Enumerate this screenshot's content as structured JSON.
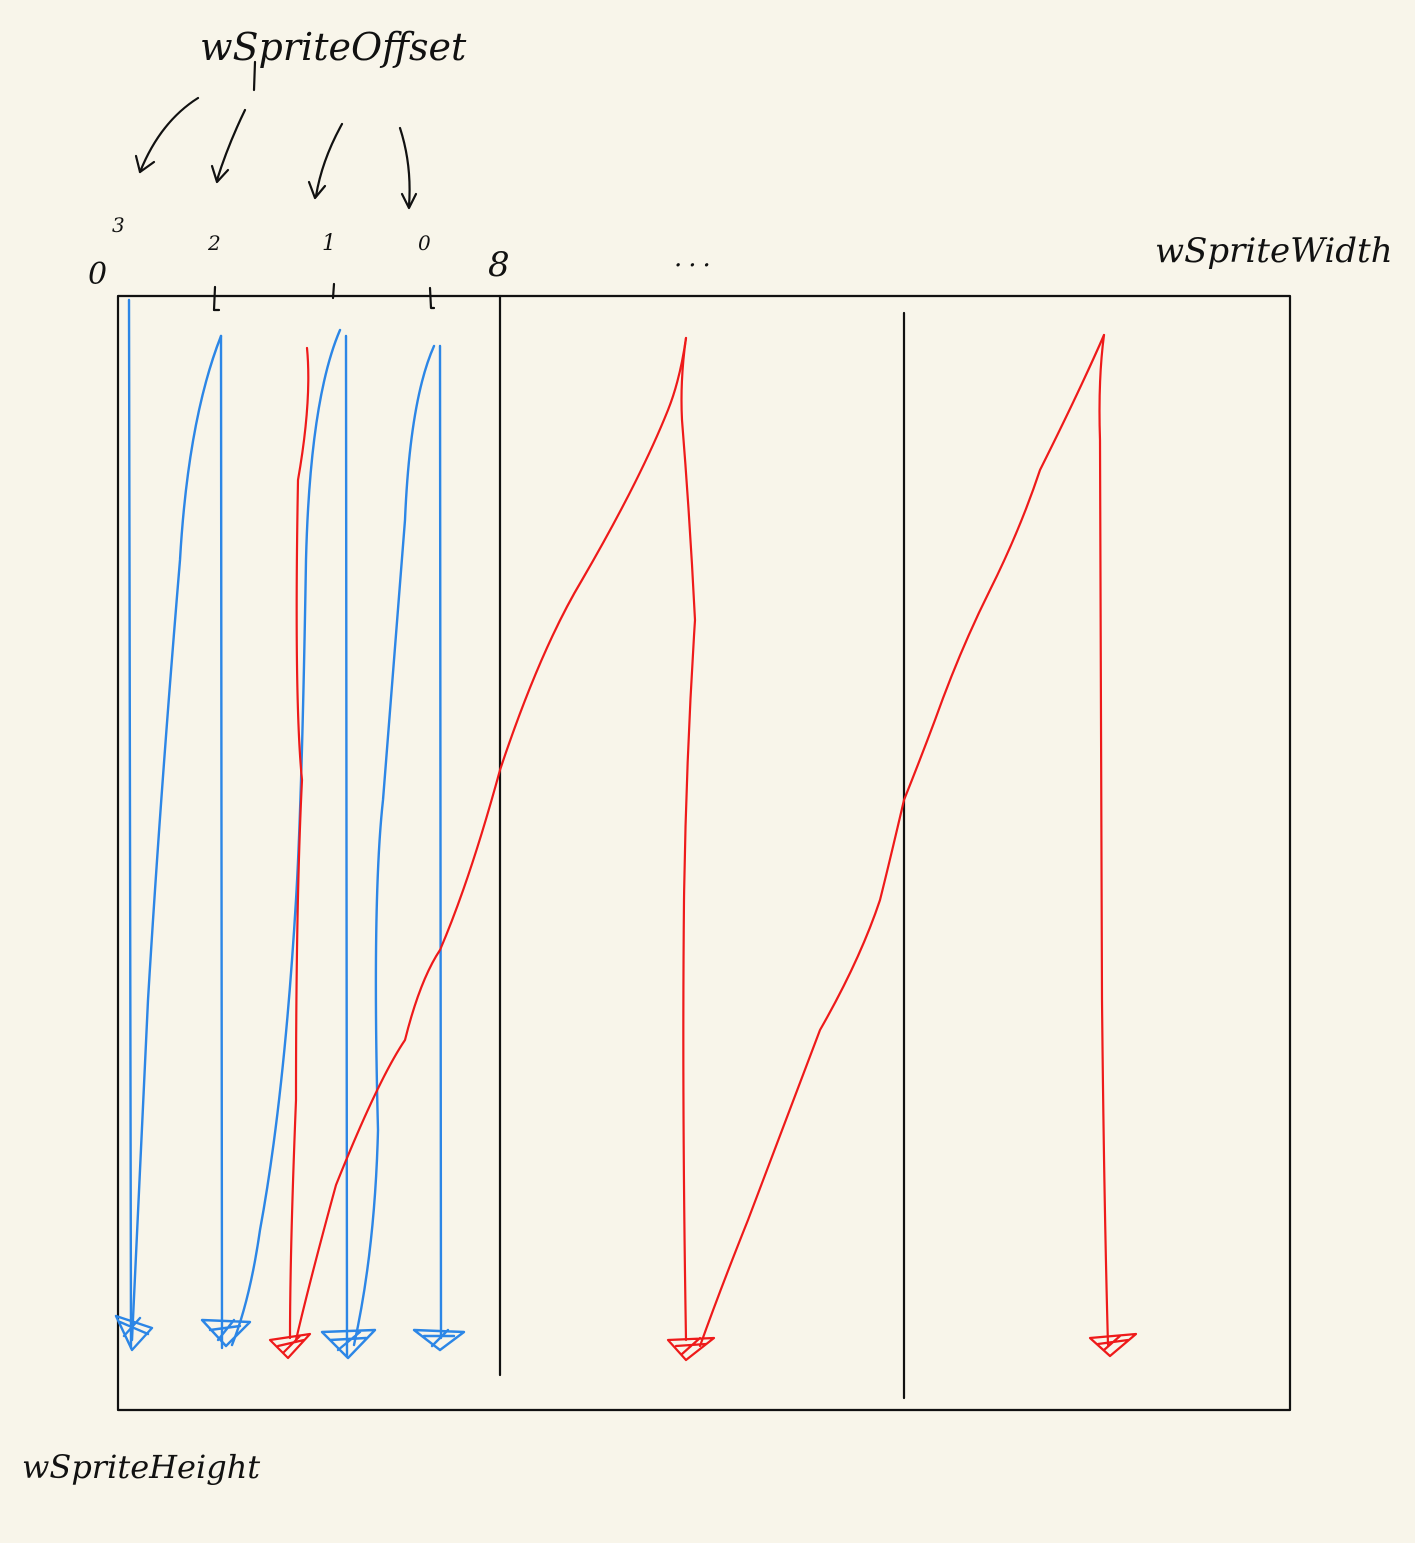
{
  "labels": {
    "offset_title": "wSpriteOffset",
    "width_label": "wSpriteWidth",
    "height_label": "wSpriteHeight",
    "origin": "0",
    "offset_3": "3",
    "offset_2": "2",
    "offset_1": "1",
    "offset_0": "0",
    "boundary_8": "8",
    "ellipsis": "..."
  },
  "colors": {
    "background": "#f8f5ea",
    "ink": "#111111",
    "blue": "#2c86e6",
    "red": "#ee1a1a"
  }
}
